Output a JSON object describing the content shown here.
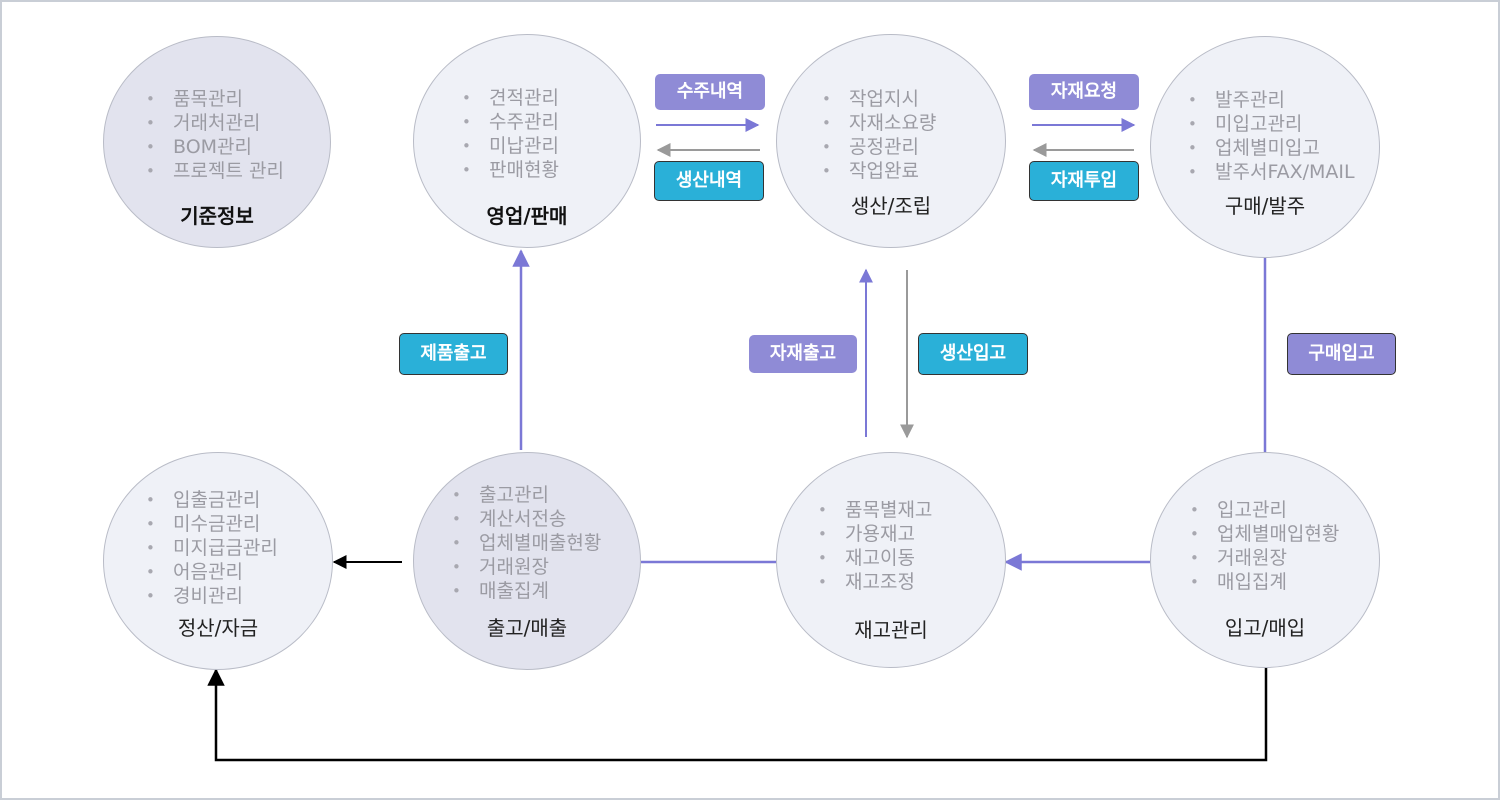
{
  "nodes": {
    "master": {
      "title": "기준정보",
      "items": [
        "품목관리",
        "거래처관리",
        "BOM관리",
        "프로젝트 관리"
      ]
    },
    "sales": {
      "title": "영업/판매",
      "items": [
        "견적관리",
        "수주관리",
        "미납관리",
        "판매현황"
      ]
    },
    "production": {
      "title": "생산/조립",
      "items": [
        "작업지시",
        "자재소요량",
        "공정관리",
        "작업완료"
      ]
    },
    "purchase": {
      "title": "구매/발주",
      "items": [
        "발주관리",
        "미입고관리",
        "업체별미입고",
        "발주서FAX/MAIL"
      ]
    },
    "settlement": {
      "title": "정산/자금",
      "items": [
        "입출금관리",
        "미수금관리",
        "미지급금관리",
        "어음관리",
        "경비관리"
      ]
    },
    "shipping": {
      "title": "출고/매출",
      "items": [
        "출고관리",
        "계산서전송",
        "업체별매출현황",
        "거래원장",
        "매출집계"
      ]
    },
    "inventory": {
      "title": "재고관리",
      "items": [
        "품목별재고",
        "가용재고",
        "재고이동",
        "재고조정"
      ]
    },
    "receiving": {
      "title": "입고/매입",
      "items": [
        "입고관리",
        "업체별매입현황",
        "거래원장",
        "매입집계"
      ]
    }
  },
  "flows": {
    "order_history": "수주내역",
    "production_history": "생산내역",
    "material_request": "자재요청",
    "material_input": "자재투입",
    "product_shipment": "제품출고",
    "material_issue": "자재출고",
    "production_receipt": "생산입고",
    "purchase_receipt": "구매입고"
  },
  "colors": {
    "purple": "#8f8bd6",
    "blue": "#2ab0d8",
    "line_purple": "#7b78d6",
    "line_gray": "#9a9a9a",
    "line_black": "#000000"
  }
}
